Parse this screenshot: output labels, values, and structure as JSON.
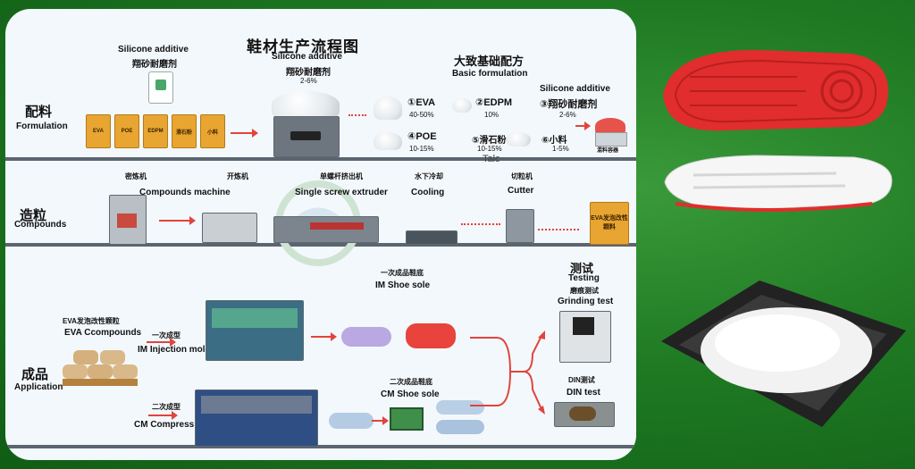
{
  "header": {
    "title": "鞋材生产流程图"
  },
  "formulation": {
    "section_zh": "配料",
    "section_en": "Formulation",
    "silicone_top_en": "Silicone additive",
    "silicone_top_zh": "翔砂耐磨剂",
    "bags": [
      "EVA",
      "POE",
      "EDPM",
      "滑石粉",
      "小料"
    ],
    "mixer_en": "Silicone additive",
    "mixer_zh": "翔砂耐磨剂",
    "mixer_pct": "2-6%",
    "basic_zh": "大致基础配方",
    "basic_en": "Basic formulation",
    "items": [
      {
        "label": "①EVA",
        "pct": "40-50%"
      },
      {
        "label": "②EDPM",
        "pct": "10%"
      },
      {
        "label": "③翔砂耐磨剂",
        "pct": "2-6%"
      },
      {
        "label": "④POE",
        "pct": "10-15%"
      },
      {
        "label": "⑤滑石粉",
        "pct": "10-15%"
      },
      {
        "label": "⑥小料",
        "pct": "1-5%"
      }
    ],
    "silicone_right_en": "Silicone additive",
    "talc": "Talc",
    "hopper_label": "混料容器"
  },
  "compounds": {
    "section_zh": "造粒",
    "section_en": "Compounds",
    "step1_zh": "密炼机",
    "step1_en": "Compounds machine",
    "step2_zh": "开炼机",
    "step3_zh": "单螺杆挤出机",
    "step3_en": "Single screw extruder",
    "step4_zh": "水下冷却",
    "step4_en": "Cooling",
    "step5_zh": "切粒机",
    "step5_en": "Cutter",
    "bag_label": "EVA发泡改性颗料"
  },
  "application": {
    "section_zh": "成品",
    "section_en": "Application",
    "eva_zh": "EVA发泡改性颗粒",
    "eva_en": "EVA Ccompounds",
    "im_zh": "一次成型",
    "im_en": "IM Injection mold",
    "cm_zh": "二次成型",
    "cm_en": "CM Compress mold",
    "im_sole_zh": "一次成品鞋底",
    "im_sole_en": "IM Shoe sole",
    "cm_sole_zh": "二次成品鞋底",
    "cm_sole_en": "CM Shoe sole",
    "test_zh": "测试",
    "test_en": "Testing",
    "grind_zh": "磨痕测试",
    "grind_en": "Grinding test",
    "din_zh": "DIN测试",
    "din_en": "DIN test"
  },
  "colors": {
    "accent": "#e1443c",
    "background": "#1f7a23",
    "panel": "#f3f8fc",
    "bag": "#e9a531"
  }
}
